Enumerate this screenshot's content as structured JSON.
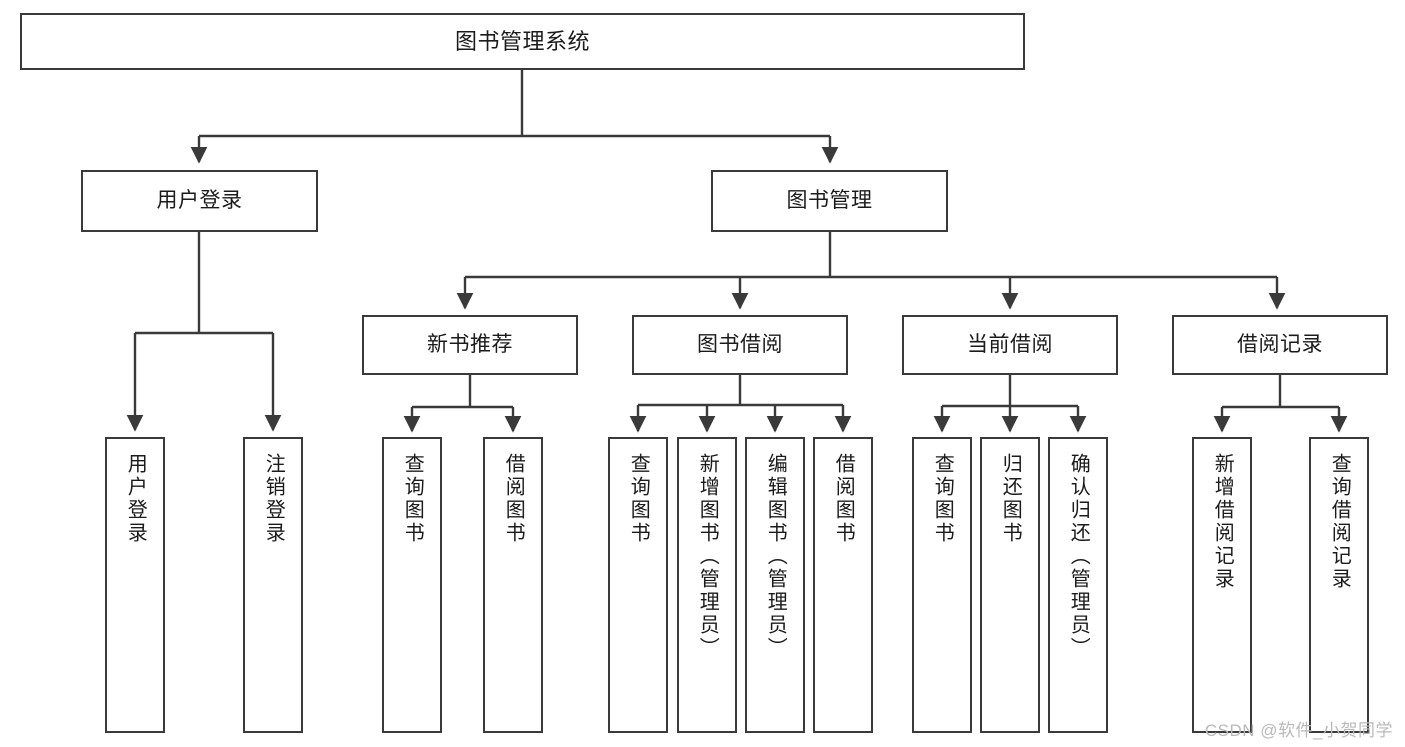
{
  "diagram": {
    "title": "图书管理系统",
    "watermark": "CSDN @软件_小贺同学",
    "root": {
      "label": "图书管理系统"
    },
    "level2": [
      {
        "label": "用户登录"
      },
      {
        "label": "图书管理"
      }
    ],
    "level3": [
      {
        "label": "新书推荐"
      },
      {
        "label": "图书借阅"
      },
      {
        "label": "当前借阅"
      },
      {
        "label": "借阅记录"
      }
    ],
    "leaves": {
      "user_login": [
        {
          "label": "用户登录"
        },
        {
          "label": "注销登录"
        }
      ],
      "new_book": [
        {
          "label": "查询图书"
        },
        {
          "label": "借阅图书"
        }
      ],
      "borrow_book": [
        {
          "label": "查询图书"
        },
        {
          "label": "新增图书（管理员）"
        },
        {
          "label": "编辑图书（管理员）"
        },
        {
          "label": "借阅图书"
        }
      ],
      "current_borrow": [
        {
          "label": "查询图书"
        },
        {
          "label": "归还图书"
        },
        {
          "label": "确认归还（管理员）"
        }
      ],
      "borrow_record": [
        {
          "label": "新增借阅记录"
        },
        {
          "label": "查询借阅记录"
        }
      ]
    },
    "colors": {
      "stroke": "#3a3a3a",
      "fill": "#ffffff",
      "text": "#1b1b1b",
      "watermark": "#b9b9b9"
    }
  }
}
